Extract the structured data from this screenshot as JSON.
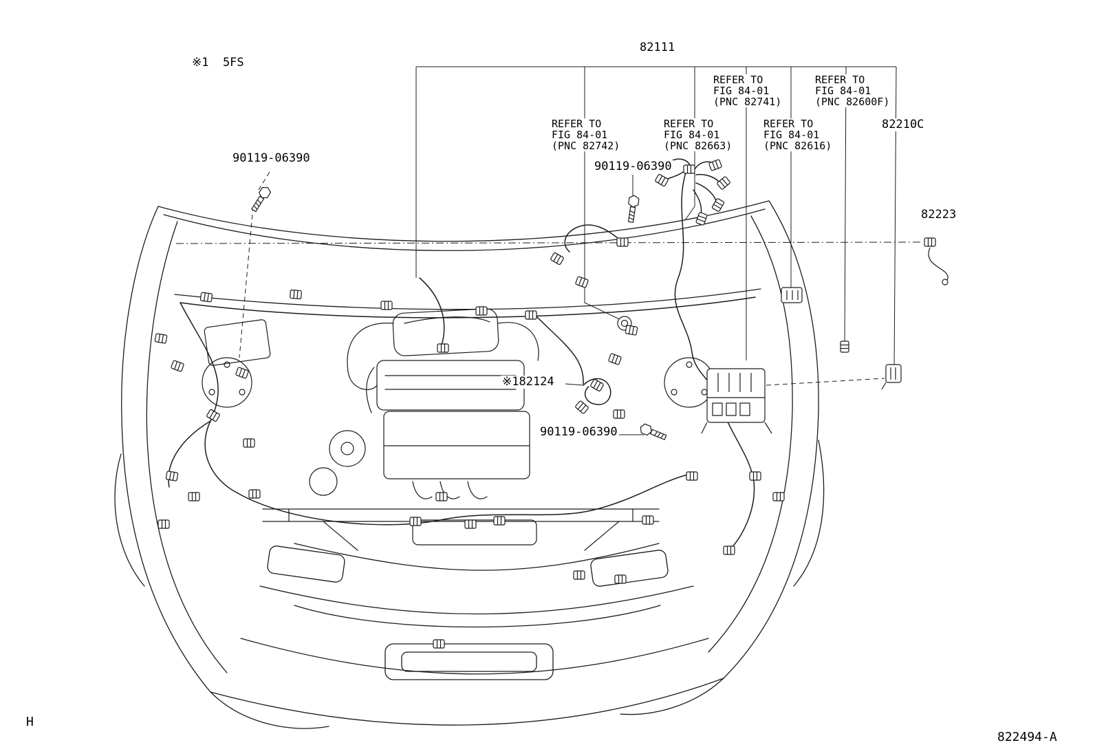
{
  "meta": {
    "variant_note": "※1  5FS",
    "sheet_letter": "H",
    "drawing_number": "822494-A"
  },
  "labels": {
    "main_harness": "82111",
    "ref_pnc_82741": "REFER TO\nFIG 84-01\n(PNC 82741)",
    "ref_pnc_82600f": "REFER TO\nFIG 84-01\n(PNC 82600F)",
    "part_82210c": "82210C",
    "ref_pnc_82742": "REFER TO\nFIG 84-01\n(PNC 82742)",
    "ref_pnc_82663": "REFER TO\nFIG 84-01\n(PNC 82663)",
    "ref_pnc_82616": "REFER TO\nFIG 84-01\n(PNC 82616)",
    "bolt_left": "90119-06390",
    "bolt_top": "90119-06390",
    "bolt_lower": "90119-06390",
    "part_82223": "82223",
    "part_82124": "※182124"
  }
}
